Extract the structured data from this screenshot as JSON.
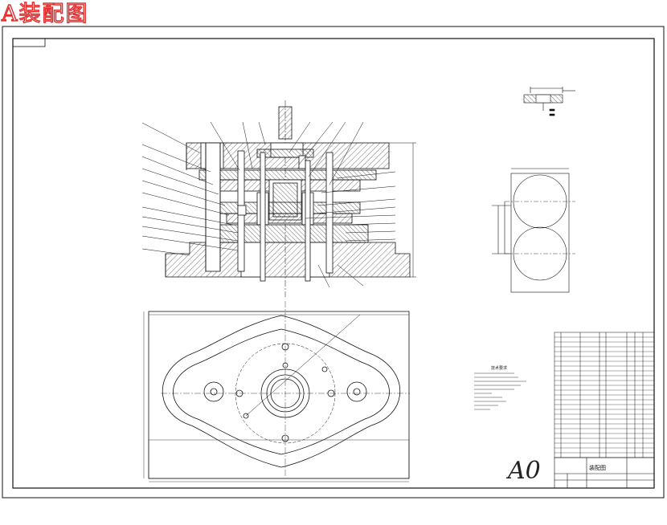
{
  "title": "A装配图",
  "sheet_label": "A0",
  "title_block": {
    "name": "装配图"
  },
  "notes": {
    "heading": "技术要求"
  },
  "colors": {
    "title": "#e03030",
    "line": "#111111",
    "hatch": "#333333",
    "paper": "#ffffff"
  }
}
